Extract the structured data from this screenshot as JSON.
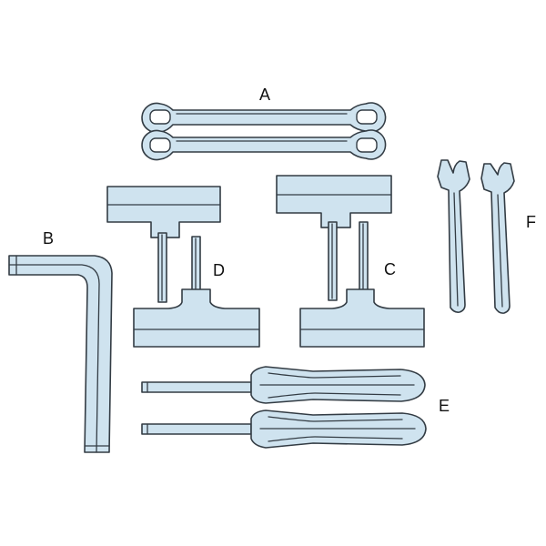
{
  "labels": {
    "a": "A",
    "b": "B",
    "c": "C",
    "d": "D",
    "e": "E",
    "f": "F"
  },
  "colors": {
    "tool_fill": "#cfe3ef",
    "outline": "#333c44",
    "background": "#ffffff"
  },
  "icons": {
    "a": "ring-spanner-icon",
    "b": "hex-key-icon",
    "c": "t-handle-tool-icon",
    "d": "t-handle-tool-icon",
    "e": "screwdriver-icon",
    "f": "open-end-wrench-icon"
  }
}
